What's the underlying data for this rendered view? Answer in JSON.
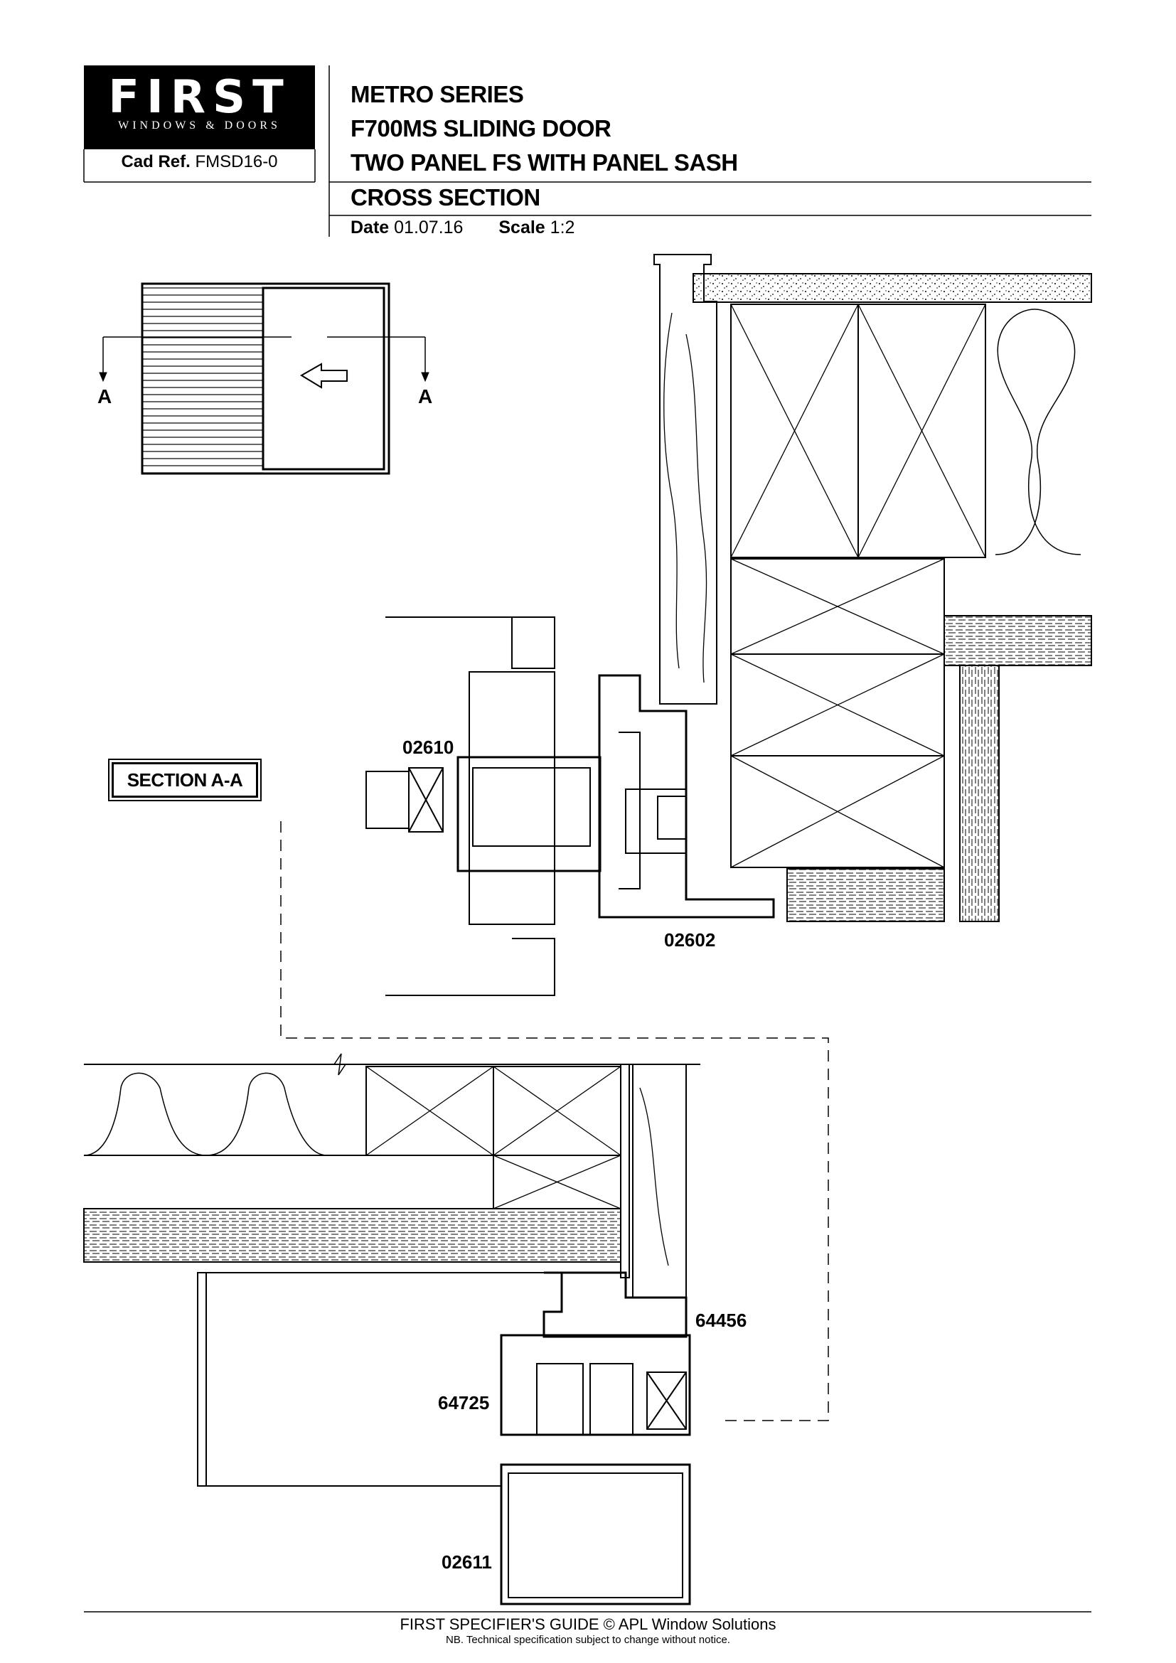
{
  "header": {
    "logo_word": "FIRST",
    "logo_sub": "WINDOWS & DOORS",
    "cad_ref_label": "Cad Ref.",
    "cad_ref_value": "FMSD16-0",
    "series": "METRO SERIES",
    "product": "F700MS SLIDING DOOR",
    "configuration": "TWO PANEL FS WITH PANEL SASH",
    "view": "CROSS SECTION",
    "date_label": "Date",
    "date_value": "01.07.16",
    "scale_label": "Scale",
    "scale_value": "1:2"
  },
  "key_plan": {
    "marker_left": "A",
    "marker_right": "A"
  },
  "section_title": "SECTION A-A",
  "profile_codes": {
    "top_sash": "02610",
    "top_frame": "02602",
    "bottom_frame_a": "64456",
    "bottom_frame_b": "64725",
    "bottom_sill": "02611"
  },
  "footer": {
    "guide": "FIRST SPECIFIER'S GUIDE  © APL Window Solutions",
    "note": "NB. Technical specification subject to change without notice."
  }
}
